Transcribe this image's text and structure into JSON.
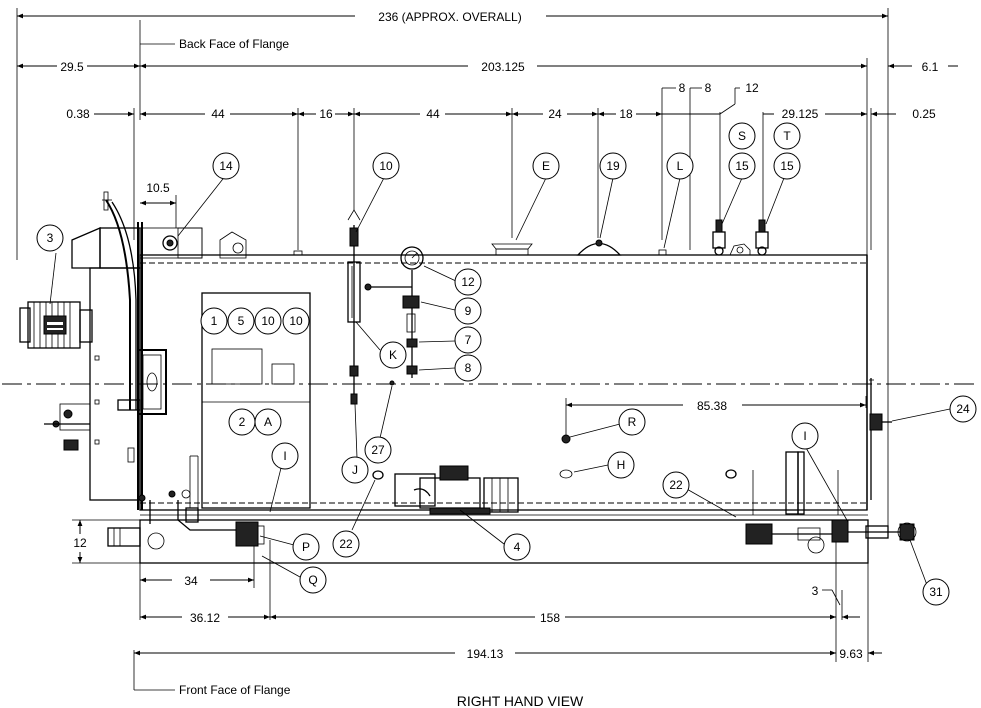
{
  "view_title": "RIGHT HAND VIEW",
  "notes": {
    "back_face": "Back Face of Flange",
    "front_face": "Front Face of Flange"
  },
  "dimensions": {
    "overall": "236 (APPROX. OVERALL)",
    "d_29_5": "29.5",
    "d_203": "203.125",
    "d_6_1": "6.1",
    "d_0_38": "0.38",
    "d_44a": "44",
    "d_16": "16",
    "d_44b": "44",
    "d_24": "24",
    "d_18": "18",
    "d_8a": "8",
    "d_8b": "8",
    "d_12top": "12",
    "d_29_125": "29.125",
    "d_0_25": "0.25",
    "d_10_5": "10.5",
    "d_85_38": "85.38",
    "d_12side": "12",
    "d_34": "34",
    "d_36_12": "36.12",
    "d_158": "158",
    "d_3": "3",
    "d_194": "194.13",
    "d_9_63": "9.63"
  },
  "balloons": {
    "b3": "3",
    "b14": "14",
    "b10a": "10",
    "bE": "E",
    "b19": "19",
    "bL": "L",
    "bS": "S",
    "bT": "T",
    "b15a": "15",
    "b15b": "15",
    "b12": "12",
    "b9": "9",
    "b7": "7",
    "b8": "8",
    "bK": "K",
    "bJ": "J",
    "b27": "27",
    "p1": "1",
    "p5": "5",
    "p10a": "10",
    "p10b": "10",
    "p2": "2",
    "pA": "A",
    "bR": "R",
    "bH": "H",
    "b24": "24",
    "bI1": "I",
    "bI2": "I",
    "b22a": "22",
    "b22b": "22",
    "bP": "P",
    "bQ": "Q",
    "b4": "4",
    "b31": "31"
  }
}
